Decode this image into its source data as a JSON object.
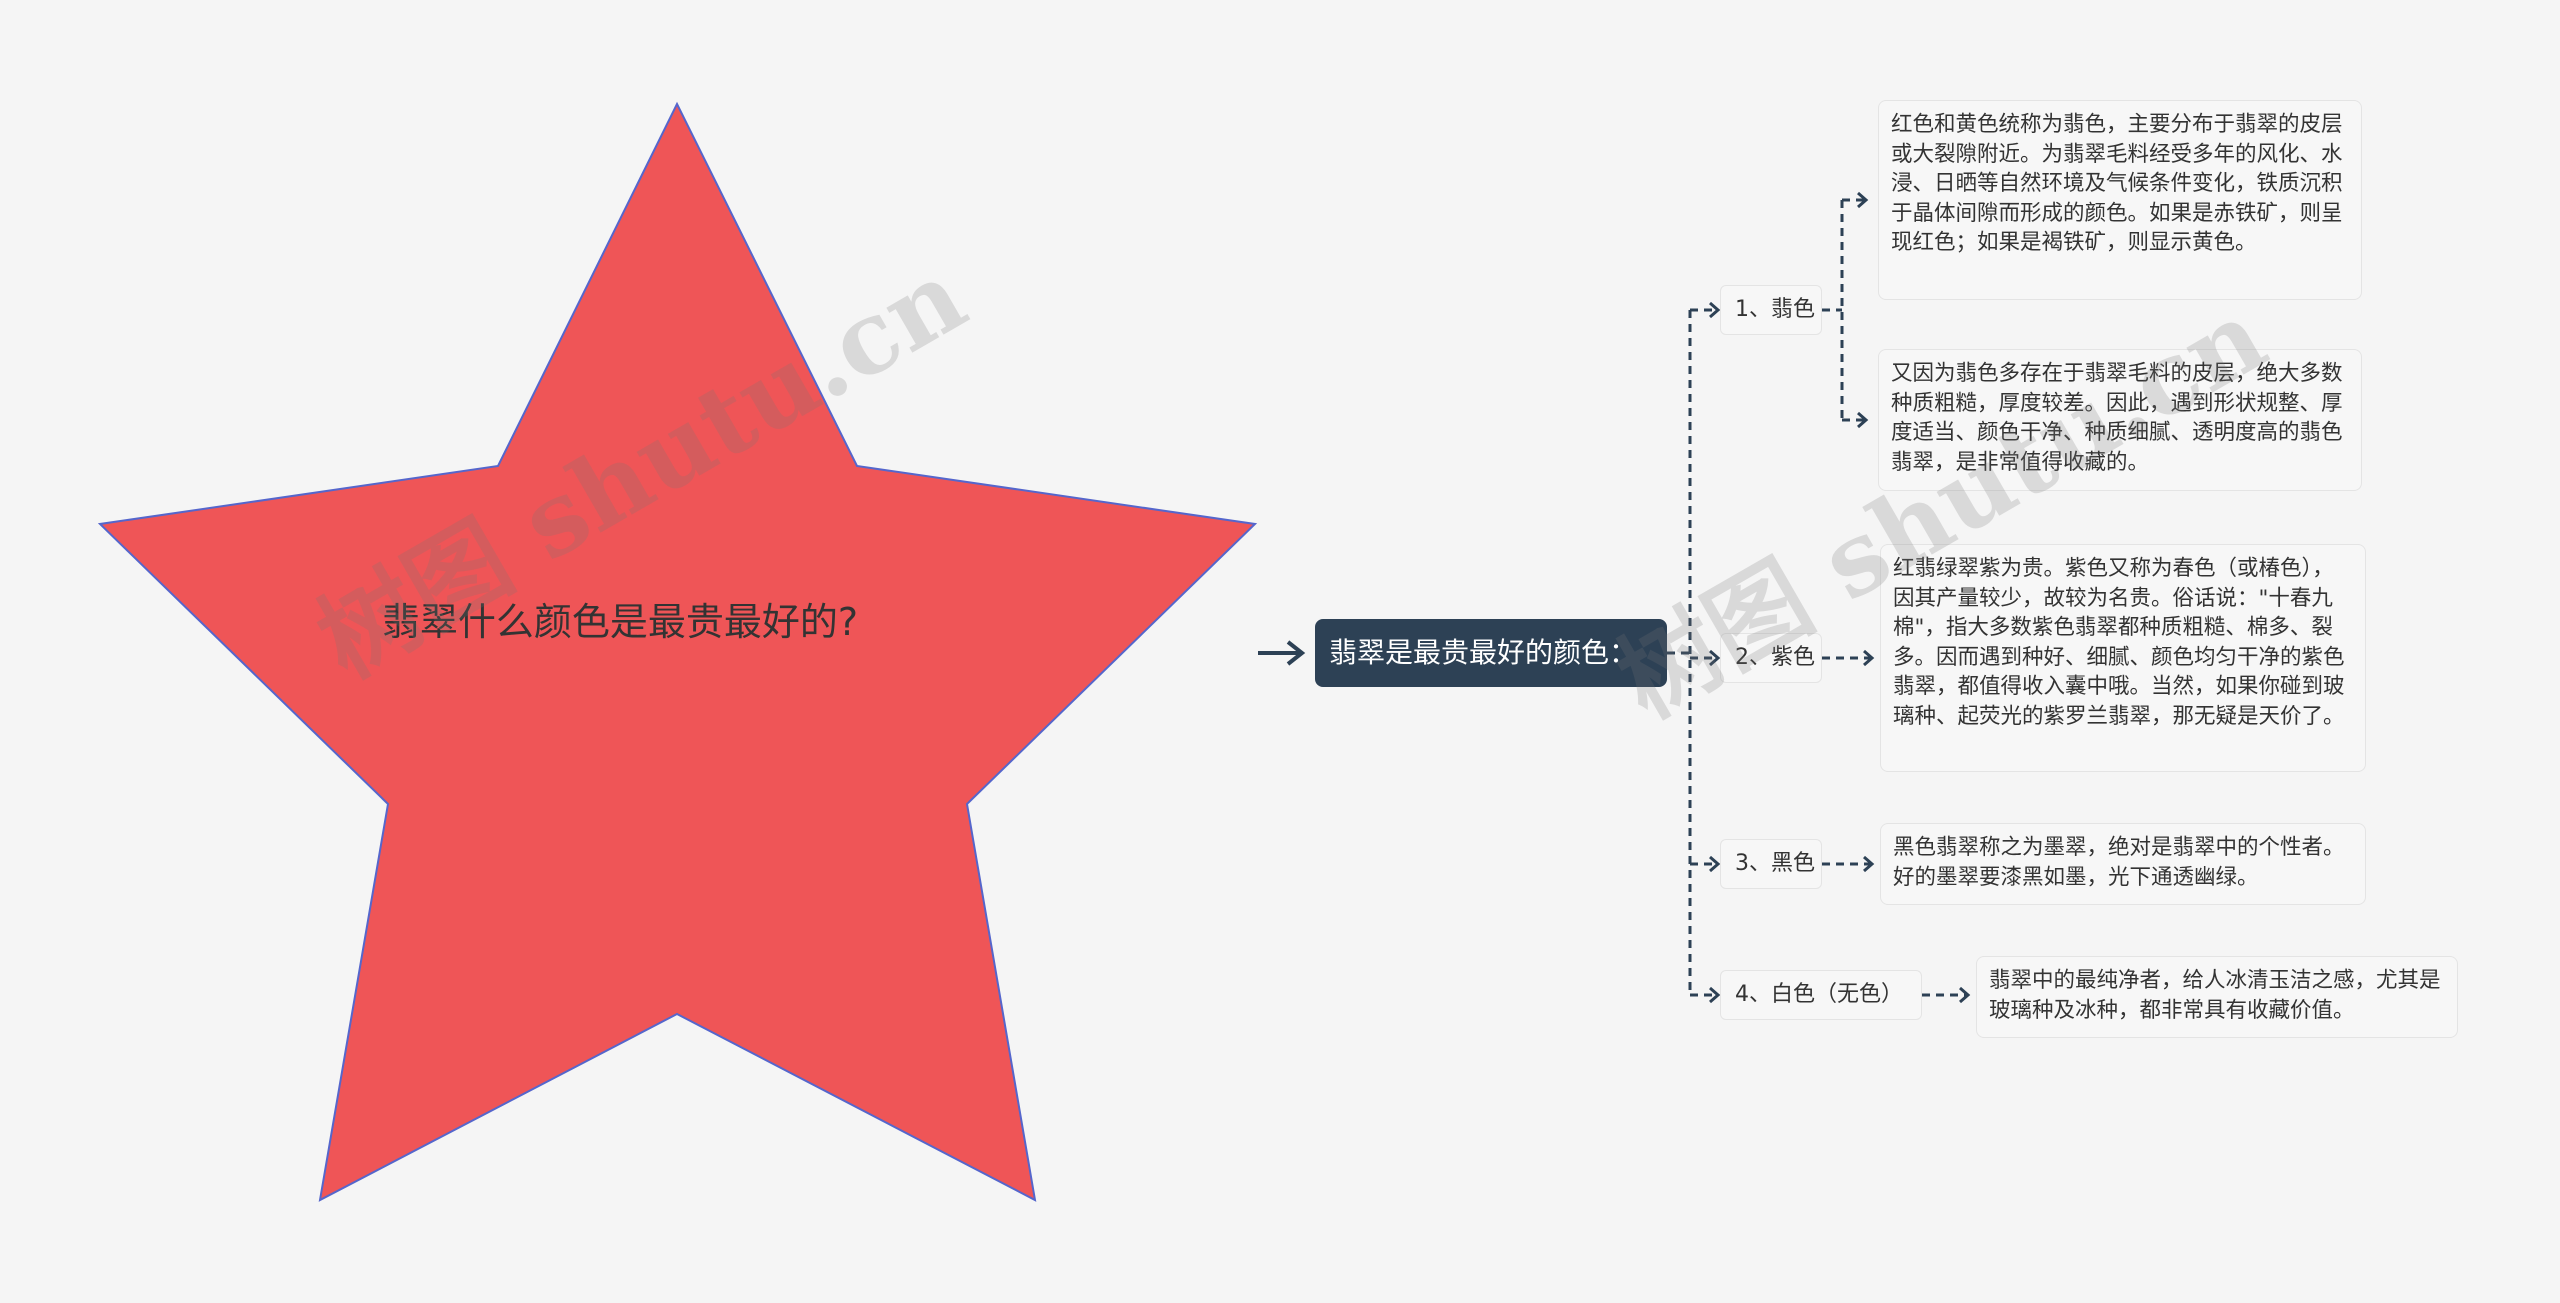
{
  "root": {
    "title": "翡翠什么颜色是最贵最好的?",
    "shape": "star",
    "fill": "#ef5557",
    "stroke": "#5566cc"
  },
  "center": {
    "label": "翡翠是最贵最好的颜色："
  },
  "branches": [
    {
      "label": "1、翡色",
      "leaves": [
        "红色和黄色统称为翡色，主要分布于翡翠的皮层或大裂隙附近。为翡翠毛料经受多年的风化、水浸、日晒等自然环境及气候条件变化，铁质沉积于晶体间隙而形成的颜色。如果是赤铁矿，则呈现红色；如果是褐铁矿，则显示黄色。",
        "又因为翡色多存在于翡翠毛料的皮层，绝大多数种质粗糙，厚度较差。因此，遇到形状规整、厚度适当、颜色干净、种质细腻、透明度高的翡色翡翠，是非常值得收藏的。"
      ]
    },
    {
      "label": "2、紫色",
      "leaves": [
        "红翡绿翠紫为贵。紫色又称为春色（或椿色），因其产量较少，故较为名贵。俗话说：\"十春九棉\"，指大多数紫色翡翠都种质粗糙、棉多、裂多。因而遇到种好、细腻、颜色均匀干净的紫色翡翠，都值得收入囊中哦。当然，如果你碰到玻璃种、起荧光的紫罗兰翡翠，那无疑是天价了。"
      ]
    },
    {
      "label": "3、黑色",
      "leaves": [
        "黑色翡翠称之为墨翠，绝对是翡翠中的个性者。好的墨翠要漆黑如墨，光下通透幽绿。"
      ]
    },
    {
      "label": "4、白色（无色）",
      "leaves": [
        "翡翠中的最纯净者，给人冰清玉洁之感，尤其是玻璃种及冰种，都非常具有收藏价值。"
      ]
    }
  ],
  "watermarks": [
    "树图 shutu.cn",
    "树图 shutu.cn"
  ],
  "colors": {
    "connector": "#2d4155",
    "background": "#f5f5f5",
    "center_fill": "#2d4155"
  }
}
